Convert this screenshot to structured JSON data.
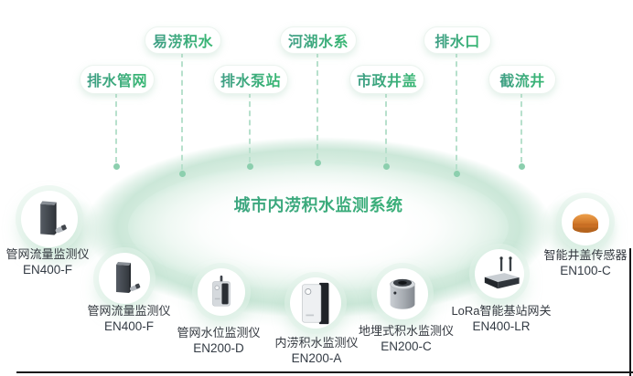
{
  "title": "城市内涝积水监测系统",
  "pills": [
    {
      "label": "易涝积水"
    },
    {
      "label": "河湖水系"
    },
    {
      "label": "排水口"
    },
    {
      "label": "排水管网"
    },
    {
      "label": "排水泵站"
    },
    {
      "label": "市政井盖"
    },
    {
      "label": "截流井"
    }
  ],
  "devices": [
    {
      "name": "管网流量监测仪",
      "model": "EN400-F"
    },
    {
      "name": "管网流量监测仪",
      "model": "EN400-F"
    },
    {
      "name": "管网水位监测仪",
      "model": "EN200-D"
    },
    {
      "name": "内涝积水监测仪",
      "model": "EN200-A"
    },
    {
      "name": "地埋式积水监测仪",
      "model": "EN200-C"
    },
    {
      "name": "LoRa智能基站网关",
      "model": "EN400-LR"
    },
    {
      "name": "智能井盖传感器",
      "model": "EN100-C"
    }
  ],
  "colors": {
    "accent_green": "#34ab76",
    "mint_ring": "#cbe7d8",
    "dash_line": "#b7e0cc",
    "device_orange": "#d97d2e",
    "label_text": "#33383f"
  }
}
